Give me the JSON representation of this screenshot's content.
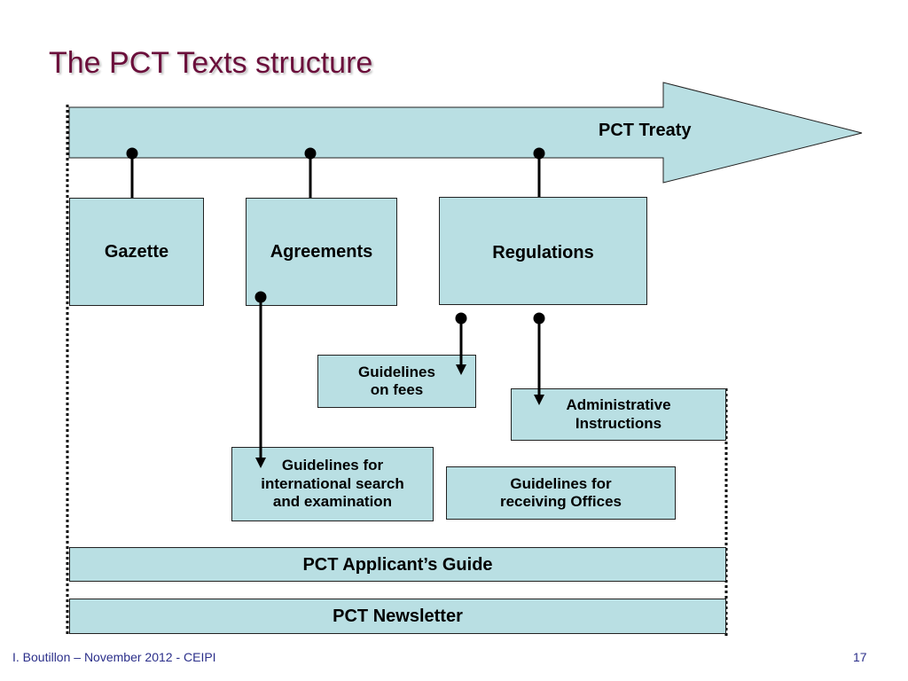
{
  "slide": {
    "title": "The PCT Texts structure",
    "page_number": "17",
    "footer": "I. Boutillon – November 2012 - CEIPI"
  },
  "diagram": {
    "treaty_label": "PCT Treaty",
    "boxes": {
      "gazette": "Gazette",
      "agreements": "Agreements",
      "regulations": "Regulations",
      "guidelines_fees": "Guidelines\non fees",
      "admin_instructions": "Administrative\nInstructions",
      "guidelines_search": "Guidelines for\ninternational search\nand examination",
      "guidelines_ro": "Guidelines for\nreceiving Offices",
      "applicant_guide": "PCT Applicant’s Guide",
      "newsletter": "PCT Newsletter"
    }
  },
  "colors": {
    "box_fill": "#b9dfe3",
    "title": "#6b0f3b",
    "footer_text": "#2b2f8a"
  }
}
